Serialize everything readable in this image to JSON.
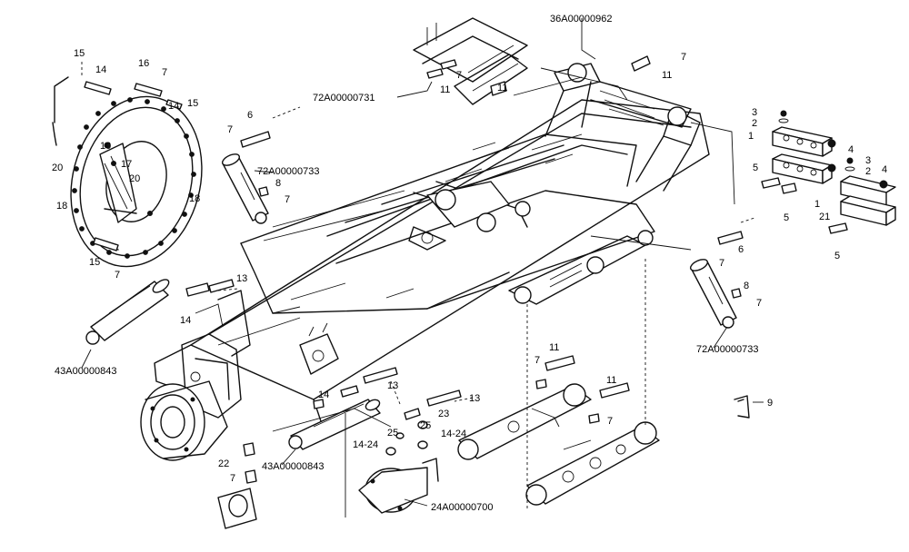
{
  "callouts": {
    "c15a": "15",
    "c14a": "14",
    "c16": "16",
    "c7a": "7",
    "c14b": "14",
    "c15b": "15",
    "c10": "10",
    "c17": "17",
    "c20a": "20",
    "c20b": "20",
    "c18a": "18",
    "c18b": "18",
    "c15c": "15",
    "c7b": "7",
    "c7c": "7",
    "c6a": "6",
    "c8a": "8",
    "c7d": "7",
    "c7e": "7",
    "c11a": "11",
    "c11b": "11",
    "c7f": "7",
    "c11c": "11",
    "c3a": "3",
    "c2a": "2",
    "c1a": "1",
    "c4a": "4",
    "c3b": "3",
    "c2b": "2",
    "c4b": "4",
    "c5a": "5",
    "c5b": "5",
    "c1b": "1",
    "c21": "21",
    "c5c": "5",
    "c6b": "6",
    "c7g": "7",
    "c8b": "8",
    "c7h": "7",
    "c13a": "13",
    "c14c": "14",
    "c14d": "14",
    "c13b": "13",
    "c13c": "13",
    "c23": "23",
    "c25a": "25",
    "c25b": "25",
    "c1424a": "14-24",
    "c1424b": "14-24",
    "c22": "22",
    "c7i": "7",
    "c7j": "7",
    "c11d": "11",
    "c11e": "11",
    "c7k": "7",
    "c9": "9"
  },
  "part_numbers": {
    "p36a962": "36A00000962",
    "p72a731": "72A00000731",
    "p72a733a": "72A00000733",
    "p72a733b": "72A00000733",
    "p43a843a": "43A00000843",
    "p43a843b": "43A00000843",
    "p24a700": "24A00000700"
  }
}
